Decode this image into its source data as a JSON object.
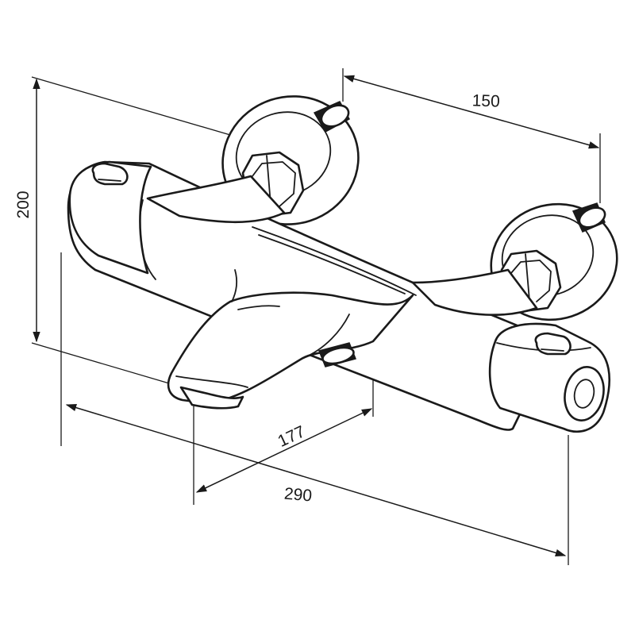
{
  "dimensions": {
    "height": "200",
    "pipe_spacing": "150",
    "spout_projection": "177",
    "overall_width": "290"
  },
  "colors": {
    "line": "#1a1a1a",
    "fill": "#ffffff"
  }
}
